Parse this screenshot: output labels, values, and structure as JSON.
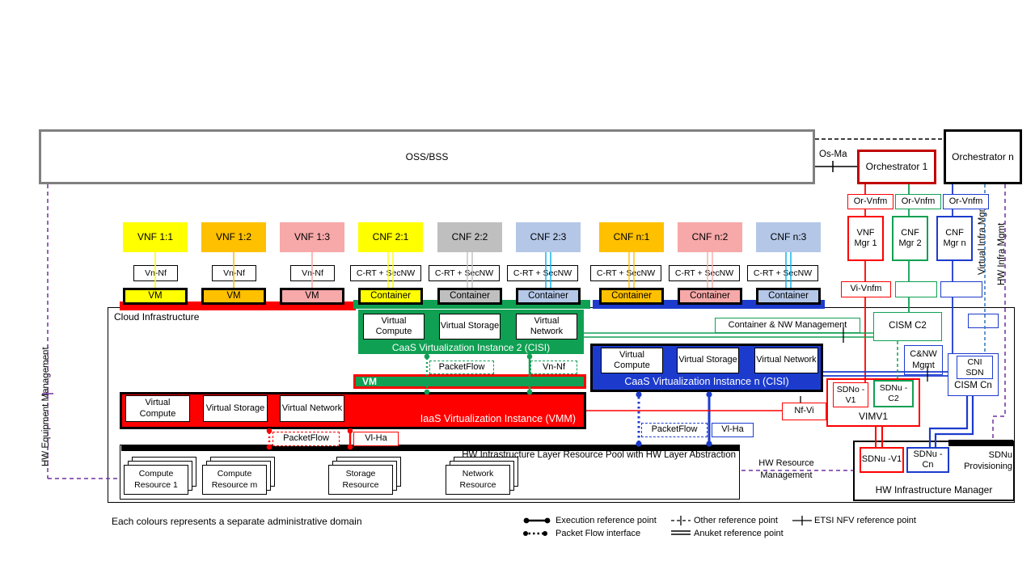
{
  "colors": {
    "red": "#ff0000",
    "dark_red": "#c00000",
    "green": "#10a053",
    "blue": "#1c3bcd",
    "yellow": "#ffff00",
    "orange": "#ffc000",
    "pink": "#f7a8a8",
    "light_blue": "#b4c7e7",
    "gray": "#bfbfbf",
    "cyan": "#00b0f0",
    "purple": "#7030a0",
    "mgmt_blue": "#2e75b6",
    "oss_border_gray": "#808080"
  },
  "top": {
    "oss_bss": "OSS/BSS",
    "os_ma": "Os-Ma",
    "orchestrator_1": "Orchestrator 1",
    "orchestrator_n": "Orchestrator n",
    "or_vnfm": [
      "Or-Vnfm",
      "Or-Vnfm",
      "Or-Vnfm"
    ],
    "managers": [
      "VNF Mgr 1",
      "CNF Mgr 2",
      "CNF Mgr n"
    ],
    "vi_vnfm": "Vi-Vnfm"
  },
  "nf_columns": [
    {
      "label": "VNF 1:1",
      "iface": "Vn-Nf",
      "unit": "VM"
    },
    {
      "label": "VNF 1:2",
      "iface": "Vn-Nf",
      "unit": "VM"
    },
    {
      "label": "VNF 1:3",
      "iface": "Vn-Nf",
      "unit": "VM"
    },
    {
      "label": "CNF 2:1",
      "iface": "C-RT + SecNW",
      "unit": "Container"
    },
    {
      "label": "CNF 2:2",
      "iface": "C-RT + SecNW",
      "unit": "Container"
    },
    {
      "label": "CNF 2:3",
      "iface": "C-RT + SecNW",
      "unit": "Container"
    },
    {
      "label": "CNF n:1",
      "iface": "C-RT + SecNW",
      "unit": "Container"
    },
    {
      "label": "CNF n:2",
      "iface": "C-RT + SecNW",
      "unit": "Container"
    },
    {
      "label": "CNF n:3",
      "iface": "C-RT + SecNW",
      "unit": "Container"
    }
  ],
  "cloud": {
    "title": "Cloud  Infrastructure",
    "caas2": {
      "cells": [
        "Virtual Compute",
        "Virtual Storage",
        "Virtual Network"
      ],
      "label": "CaaS Virtualization Instance 2 (CISI)",
      "packet_flow": "PacketFlow",
      "vn_nf": "Vn-Nf"
    },
    "vm_bar": "VM",
    "iaas": {
      "cells": [
        "Virtual Compute",
        "Virtual Storage",
        "Virtual Network"
      ],
      "label": "IaaS Virtualization Instance (VMM)",
      "packet_flow": "PacketFlow",
      "vl_ha": "Vl-Ha"
    },
    "caas_n": {
      "cells": [
        "Virtual Compute",
        "Virtual Storage",
        "Virtual Network"
      ],
      "label": "CaaS Virtualization Instance n (CISI)",
      "packet_flow": "PacketFlow",
      "vl_ha": "Vl-Ha"
    },
    "pool": {
      "label": "HW Infrastructure Layer Resource Pool with HW Layer Abstraction",
      "resources": [
        "Compute Resource 1",
        "Compute Resource m",
        "Storage Resource",
        "Network Resource"
      ]
    }
  },
  "mgmt": {
    "container_nw": "Container & NW  Management",
    "cism_c2": "CISM  C2",
    "cnw_mgmt": "C&NW Mgmt",
    "cni_sdn": "CNI SDN",
    "cism_cn": "CISM  Cn",
    "nf_vi": "Nf-Vi",
    "sdno_v1": "SDNo -V1",
    "sdnu_c2": "SDNu -C2",
    "vim": "VIMV1",
    "hw_manager": "HW Infrastructure Manager",
    "sdnu_v1": "SDNu -V1",
    "sdnu_cn": "SDNu -Cn",
    "sdnu_prov": "SDNu Provisioning"
  },
  "side": {
    "hw_equipment": "HW Equipment Management",
    "virtual_infra": "Virtual Infra Mgmt",
    "hw_infra": "HW Infra Mgmt",
    "hw_resource": "HW Resource Management"
  },
  "legend": {
    "execution": "Execution reference point",
    "packet_flow": "Packet Flow interface",
    "other": "Other reference point",
    "anuket": "Anuket reference point",
    "etsi": "ETSI NFV reference point",
    "note": "Each colours represents a separate administrative domain"
  }
}
